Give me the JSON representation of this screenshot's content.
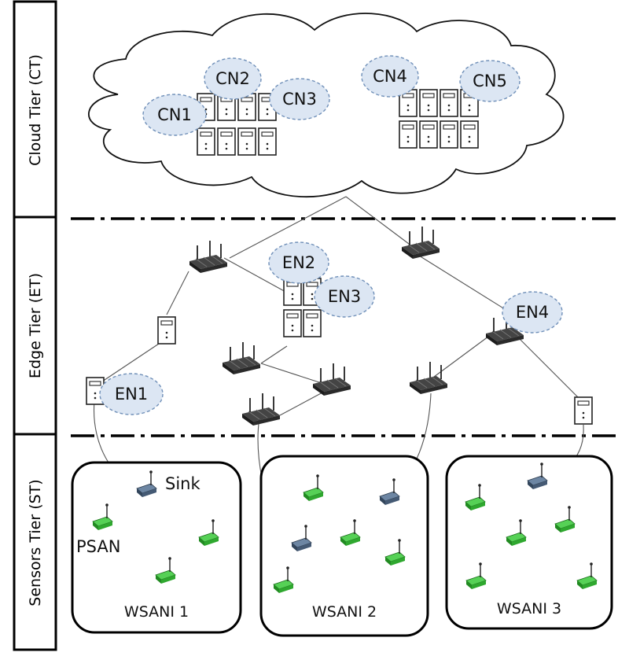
{
  "tiers": {
    "cloud": "Cloud Tier (CT)",
    "edge": "Edge Tier (ET)",
    "sensors": "Sensors Tier (ST)"
  },
  "cloud_nodes": [
    "CN1",
    "CN2",
    "CN3",
    "CN4",
    "CN5"
  ],
  "edge_nodes": [
    "EN1",
    "EN2",
    "EN3",
    "EN4"
  ],
  "sensor_labels": {
    "sink": "Sink",
    "psan": "PSAN"
  },
  "networks": [
    "WSANI 1",
    "WSANI 2",
    "WSANI 3"
  ],
  "colors": {
    "sensor_node": "#3fbf3f",
    "sink_node": "#4a5f78",
    "node_cloud_fill": "#dce6f3",
    "node_cloud_stroke": "#6f8fb8"
  }
}
